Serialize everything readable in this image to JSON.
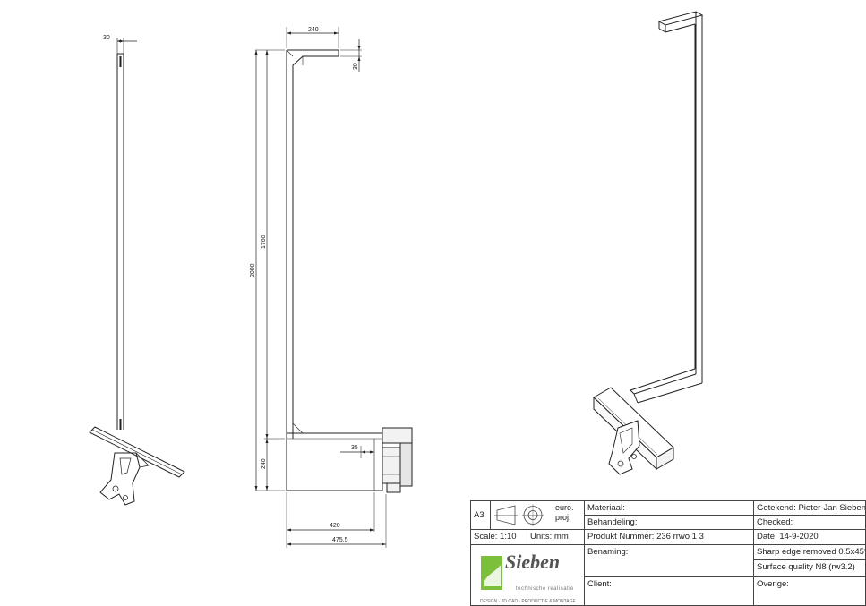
{
  "dimensions": {
    "side_top_width": "30",
    "front_top_width": "240",
    "front_top_height": "30",
    "front_total_height": "2000",
    "front_upright_height": "1760",
    "front_base_height": "240",
    "front_inset": "35",
    "front_base_width": "420",
    "front_overall_width": "475,5"
  },
  "title_block": {
    "sheet_size": "A3",
    "projection_label": "euro.\nproj.",
    "scale": "Scale: 1:10",
    "units": "Units: mm",
    "material": "Materiaal:",
    "treatment": "Behandeling:",
    "product_number": "Produkt Nummer: 236 rrwo 1 3",
    "name": "Benaming:",
    "client": "Client:",
    "drawn_by": "Getekend: Pieter-Jan Sieben",
    "checked": "Checked:",
    "date": "Date: 14-9-2020",
    "sharp_edge": "Sharp edge removed 0.5x45°",
    "surface_quality": "Surface quality N8 (rw3.2)",
    "other": "Overige:",
    "logo_name": "Sieben",
    "logo_sub": "technische realisatie",
    "logo_footer": "DESIGN · 3D CAD · PRODUCTIE & MONTAGE"
  }
}
